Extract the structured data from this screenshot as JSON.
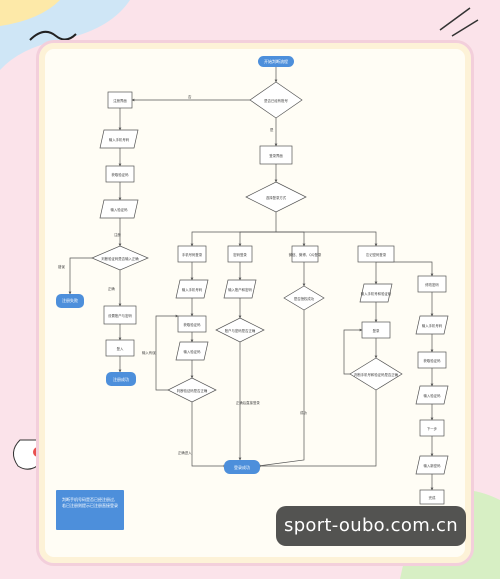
{
  "nodes": {
    "start": "开始判断流程",
    "check_login": "是否已经有账号",
    "register": "注册界面",
    "enter_phone": "输入手机号码",
    "get_code": "获取验证码",
    "enter_code": "输入验证码",
    "check_code": "判断验证码是否输入正确",
    "reg_fail": "注册失败",
    "set_password": "设置账户与密码",
    "login_a": "登入",
    "reg_ok": "注册成功",
    "login_page": "登录界面",
    "choose_method": "选择登录方式",
    "phone_login": "手机号码登录",
    "pwd_login": "密码登录",
    "third_login": "微信、微博、QQ登录",
    "forgot_pwd": "忘记密码登录",
    "input_phone_b": "输入手机号码",
    "get_code_b": "获取验证码",
    "input_code_b": "输入验证码",
    "judge_b": "判断验证码是否正确",
    "input_acct": "输入账户和密码",
    "judge_acct": "账户与密码是否正确",
    "auth_ok": "是否授权成功",
    "input_forgot": "输入手机号和验证码",
    "login_c": "登录",
    "judge_c": "判断手机号和验证码是否正确",
    "modify_pwd": "修改密码",
    "input_phone_d": "输入手机号码",
    "get_code_d": "获取验证码",
    "input_code_d": "输入验证码",
    "next": "下一步",
    "input_new_pwd": "输入新密码",
    "done": "完成",
    "login_ok": "登录成功"
  },
  "edges": {
    "no": "否",
    "yes": "是",
    "no_register": "注册",
    "correct": "正确",
    "incorrect": "错误",
    "input_error": "输入有误",
    "correct_enter": "正确进入",
    "correct_login": "正确后直接登录",
    "success": "成功"
  },
  "note": "判断手机号码是否已经注册过,若已注册则提示已注册直接登录",
  "watermark": "sport-oubo.com.cn",
  "colors": {
    "accent": "#4d8fdb",
    "node_fill": "#ffffff",
    "line": "#555555"
  }
}
